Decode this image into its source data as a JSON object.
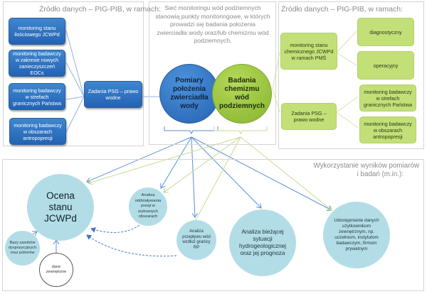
{
  "left_panel": {
    "title": "Źródło danych – PIG-PIB, w ramach:",
    "items": [
      {
        "label": "monitoring stanu ilościowego JCWPd"
      },
      {
        "label": "monitoring badawczy w zakresie nowych zanieczyszczeń EOCs"
      },
      {
        "label": "monitoring badawczy w strefach granicznych Państwa"
      },
      {
        "label": "monitoring badawczy w obszarach antropopresji"
      }
    ],
    "hub": "Zadania PSG – prawo wodne"
  },
  "center_panel": {
    "description": "Sieć monitoringu wód podziemnych stanowią punkty monitoringowe, w których prowadzi się badania położenia zwierciadła wody oraz/lub chemizmu wód podziemnych.",
    "circle_blue": "Pomiary położenia zwierciadła wody",
    "circle_green": "Badania chemizmu wód podziemnych",
    "colors": {
      "blue": "#2e74c2",
      "green": "#92c13b"
    }
  },
  "right_panel": {
    "title": "Źródło danych – PIG-PIB, w ramach:",
    "group1": {
      "label": "monitoring stanu chemicznego JCWPd w ramach PMŚ",
      "children": [
        "diagnostyczny",
        "operacyjny"
      ]
    },
    "group2": {
      "label": "Zadania PSG – prawo wodne",
      "children": [
        "monitoring badawczy w strefach granicznych Państwa",
        "monitoring badawczy w obszarach antropopresji"
      ]
    }
  },
  "bottom_panel": {
    "title_line1": "Wykorzystanie wyników pomiarów",
    "title_line2": "i badań (m.in.):",
    "circles": {
      "ocena": "Ocena stanu JCWPd",
      "analiza_presji": "Analiza oddziaływania presji w wybranych obszarach",
      "analiza_przeplywu": "Analiza przepływu wód wzdłuż granicy RP",
      "analiza_biezacej": "Analiza bieżącej sytuacji hydrogeologicznej oraz jej prognoza",
      "udostepnianie": "Udostępnianie danych użytkownikom zewnętrznym, np. uczelniom, instytutom badawczym, firmom prywatnym",
      "bazy": "Bazy zasobów dyspozycyjnych oraz poborów",
      "dane": "dane zewnętrzne"
    },
    "colors": {
      "circle": "#b3dde6",
      "arrow_blue": "#5b8fd6",
      "arrow_green": "#c5dc90"
    }
  }
}
